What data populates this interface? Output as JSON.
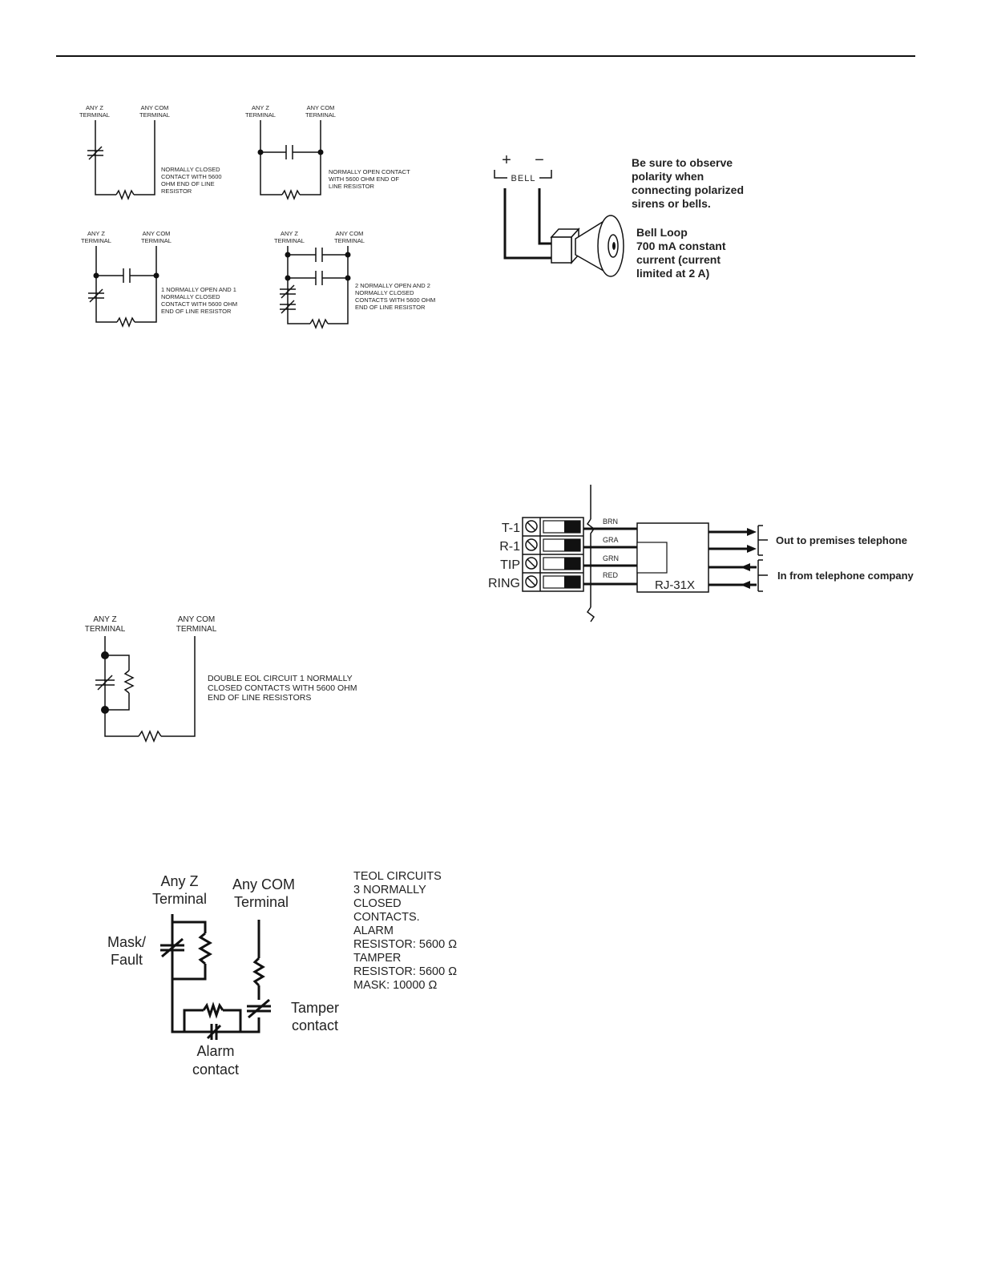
{
  "diagrams": {
    "nc": {
      "z": [
        "ANY Z",
        "TERMINAL"
      ],
      "com": [
        "ANY COM",
        "TERMINAL"
      ],
      "note": [
        "NORMALLY CLOSED",
        "CONTACT WITH 5600",
        "OHM END OF LINE",
        "RESISTOR"
      ]
    },
    "no": {
      "z": [
        "ANY Z",
        "TERMINAL"
      ],
      "com": [
        "ANY COM",
        "TERMINAL"
      ],
      "note": [
        "NORMALLY OPEN CONTACT",
        "WITH 5600 OHM END OF",
        "LINE RESISTOR"
      ]
    },
    "no_nc": {
      "z": [
        "ANY Z",
        "TERMINAL"
      ],
      "com": [
        "ANY COM",
        "TERMINAL"
      ],
      "note": [
        "1 NORMALLY OPEN AND 1",
        "NORMALLY CLOSED",
        "CONTACT WITH 5600 OHM",
        "END OF LINE RESISTOR"
      ]
    },
    "two_no_nc": {
      "z": [
        "ANY Z",
        "TERMINAL"
      ],
      "com": [
        "ANY COM",
        "TERMINAL"
      ],
      "note": [
        "2 NORMALLY OPEN AND 2",
        "NORMALLY CLOSED",
        "CONTACTS WITH 5600 OHM",
        "END OF LINE RESISTOR"
      ]
    },
    "deol": {
      "z": [
        "ANY Z",
        "TERMINAL"
      ],
      "com": [
        "ANY COM",
        "TERMINAL"
      ],
      "note": [
        "DOUBLE EOL CIRCUIT 1 NORMALLY",
        "CLOSED CONTACTS WITH 5600 OHM",
        "END OF LINE RESISTORS"
      ]
    },
    "teol": {
      "z": [
        "Any Z",
        "Terminal"
      ],
      "com": [
        "Any COM",
        "Terminal"
      ],
      "mask": [
        "Mask/",
        "Fault"
      ],
      "tamper": [
        "Tamper",
        "contact"
      ],
      "alarm": [
        "Alarm",
        "contact"
      ],
      "note": [
        "TEOL CIRCUITS",
        "3 NORMALLY",
        "CLOSED",
        "CONTACTS.",
        "ALARM",
        "RESISTOR: 5600 Ω",
        "TAMPER",
        "RESISTOR: 5600 Ω",
        "MASK: 10000 Ω"
      ]
    },
    "bell": {
      "plus": "+",
      "minus": "−",
      "label": "BELL",
      "polarity": [
        "Be sure to observe",
        "polarity when",
        "connecting polarized",
        "sirens or bells."
      ],
      "loop": [
        "Bell Loop",
        "700 mA constant",
        "current (current",
        "limited at 2 A)"
      ]
    },
    "phone": {
      "terminals": [
        "T-1",
        "R-1",
        "TIP",
        "RING"
      ],
      "wires": [
        "BRN",
        "GRA",
        "GRN",
        "RED"
      ],
      "jack": "RJ-31X",
      "out": "Out to premises telephone",
      "in": "In from telephone company"
    }
  }
}
